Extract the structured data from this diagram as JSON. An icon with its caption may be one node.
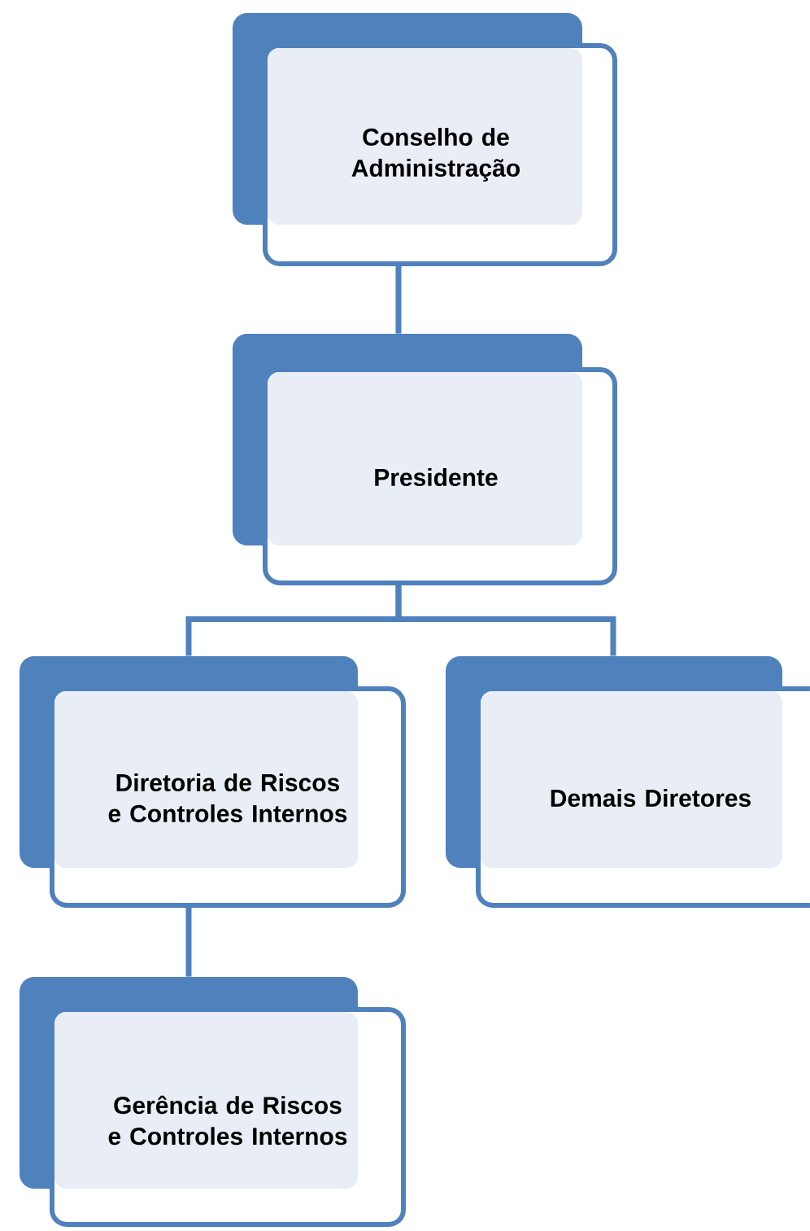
{
  "diagram": {
    "nodes": [
      {
        "text": [
          "Conselho de Administração"
        ]
      },
      {
        "text": [
          "Presidente"
        ]
      },
      {
        "text": [
          "Diretoria de Riscos e Controles Internos"
        ]
      },
      {
        "text": [
          "Demais Diretores"
        ]
      },
      {
        "text": [
          "Gerência de Riscos e Controles Internos"
        ]
      }
    ],
    "edges": [
      {
        "from": 0,
        "to": 1,
        "arrow": "none"
      },
      {
        "from": 1,
        "to": 2,
        "arrow": "none"
      },
      {
        "from": 1,
        "to": 3,
        "arrow": "none"
      },
      {
        "from": 2,
        "to": 4,
        "arrow": "none"
      }
    ]
  }
}
